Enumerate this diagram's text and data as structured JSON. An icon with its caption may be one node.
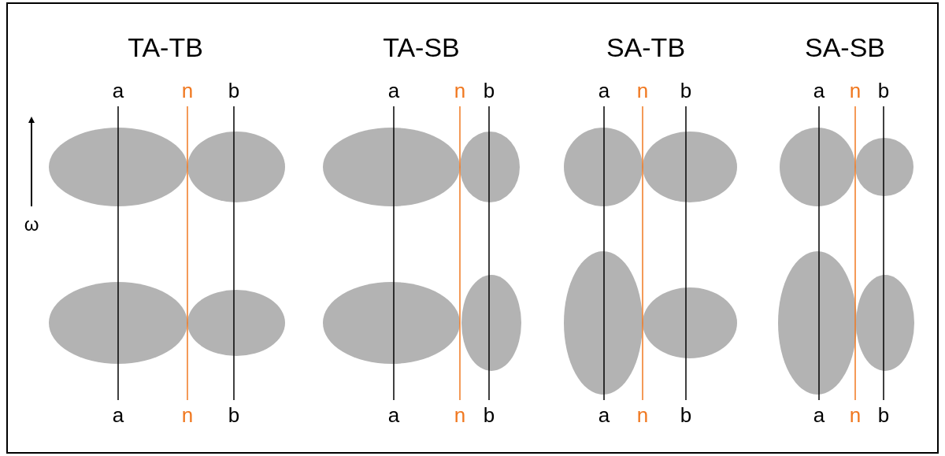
{
  "diagram": {
    "labels": [
      "TA-TB",
      "TA-SB",
      "SA-TB",
      "SA-SB",
      "a",
      "n",
      "b",
      "a",
      "n",
      "b",
      "a",
      "n",
      "b",
      "a",
      "n",
      "b",
      "ω",
      "a",
      "n",
      "b",
      "a",
      "n",
      "b",
      "a",
      "n",
      "b",
      "a",
      "n",
      "b"
    ]
  }
}
